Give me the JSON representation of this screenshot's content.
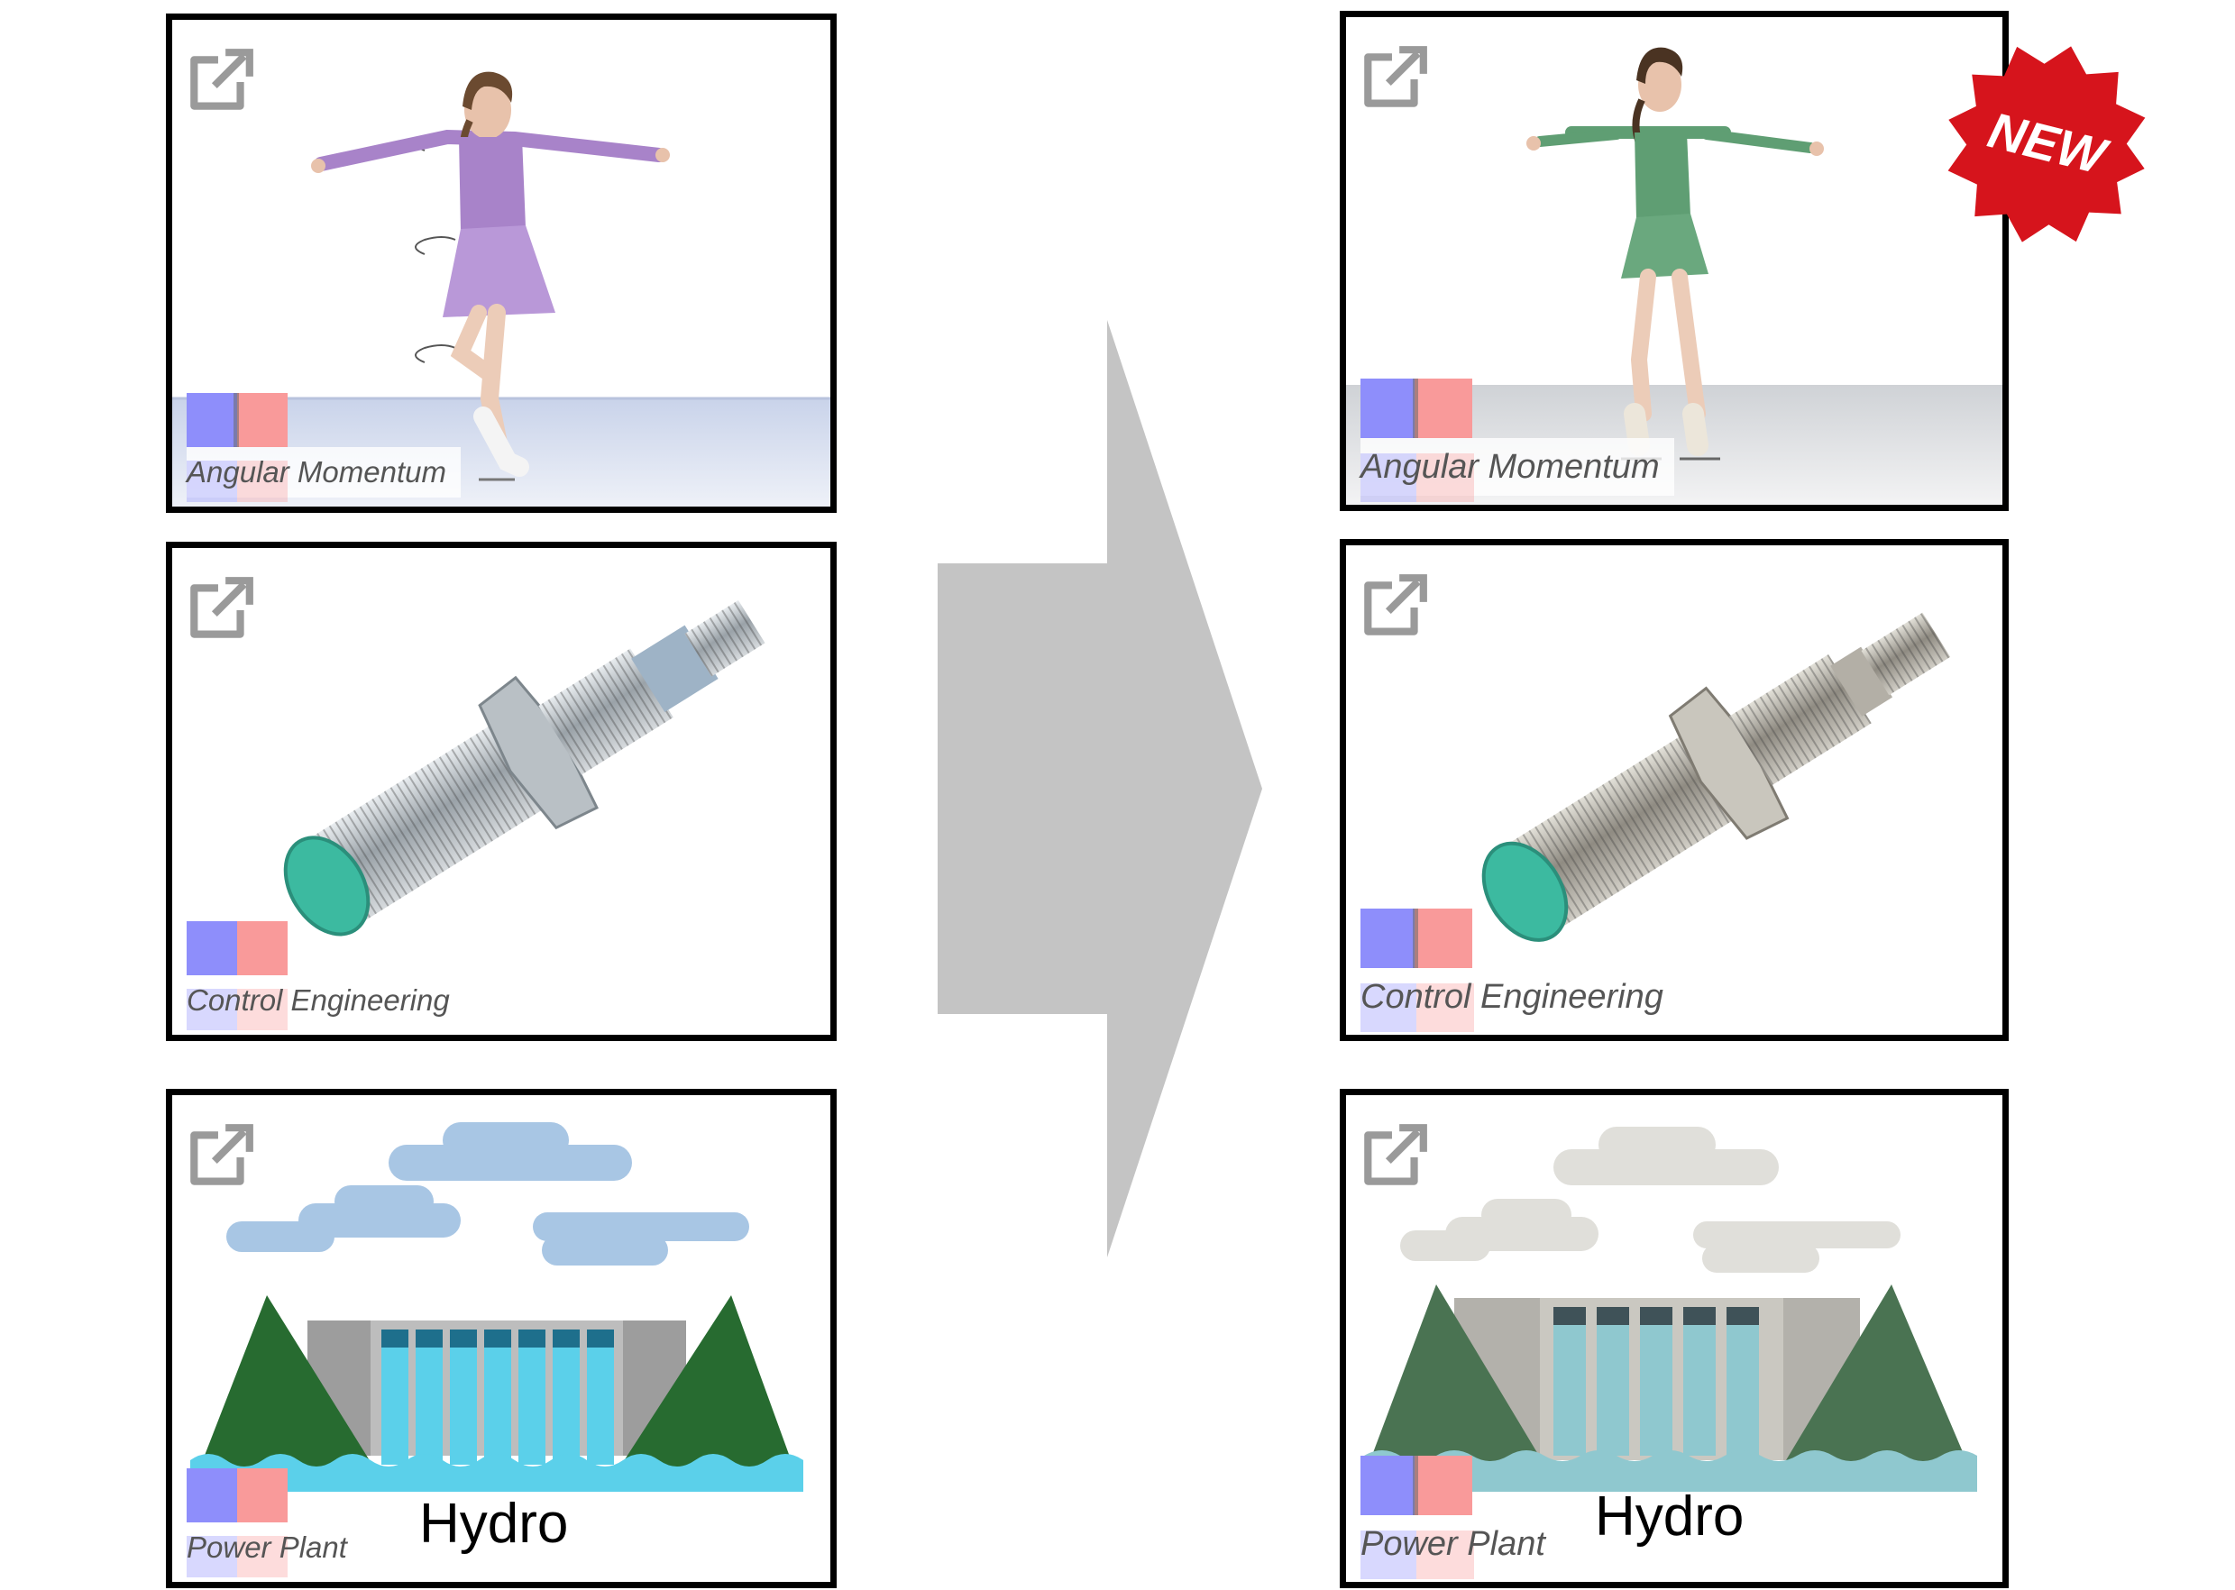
{
  "cards": {
    "before": [
      {
        "label_part1": "Angular",
        "label_part2": " Momentum"
      },
      {
        "label_part1": "Control",
        "label_part2": " Engineering"
      },
      {
        "label_part1": "Power",
        "label_part2": " Plant",
        "title": "Hydro"
      }
    ],
    "after": [
      {
        "label_part1": "Angular",
        "label_part2": " Momentum"
      },
      {
        "label_part1": "Control",
        "label_part2": " Engineering"
      },
      {
        "label_part1": "Power",
        "label_part2": " Plant",
        "title": "Hydro"
      }
    ]
  },
  "badge": {
    "text": "NEW",
    "color": "#d6141c"
  },
  "colors": {
    "blue_square": "#8e8efb",
    "red_square": "#f99a9a",
    "arrow": "#c4c4c4",
    "sensor_tip": "#3cbaa0",
    "tree_before": "#276b30",
    "tree_after": "#4a7352",
    "water_before": "#5bd0ea",
    "water_after": "#8fc8cf",
    "dress_before": "#a883c9",
    "dress_after": "#5f9e73"
  },
  "icons": {
    "external": "external-link-icon",
    "arrow": "right-arrow-shape",
    "badge": "new-starburst-badge"
  }
}
